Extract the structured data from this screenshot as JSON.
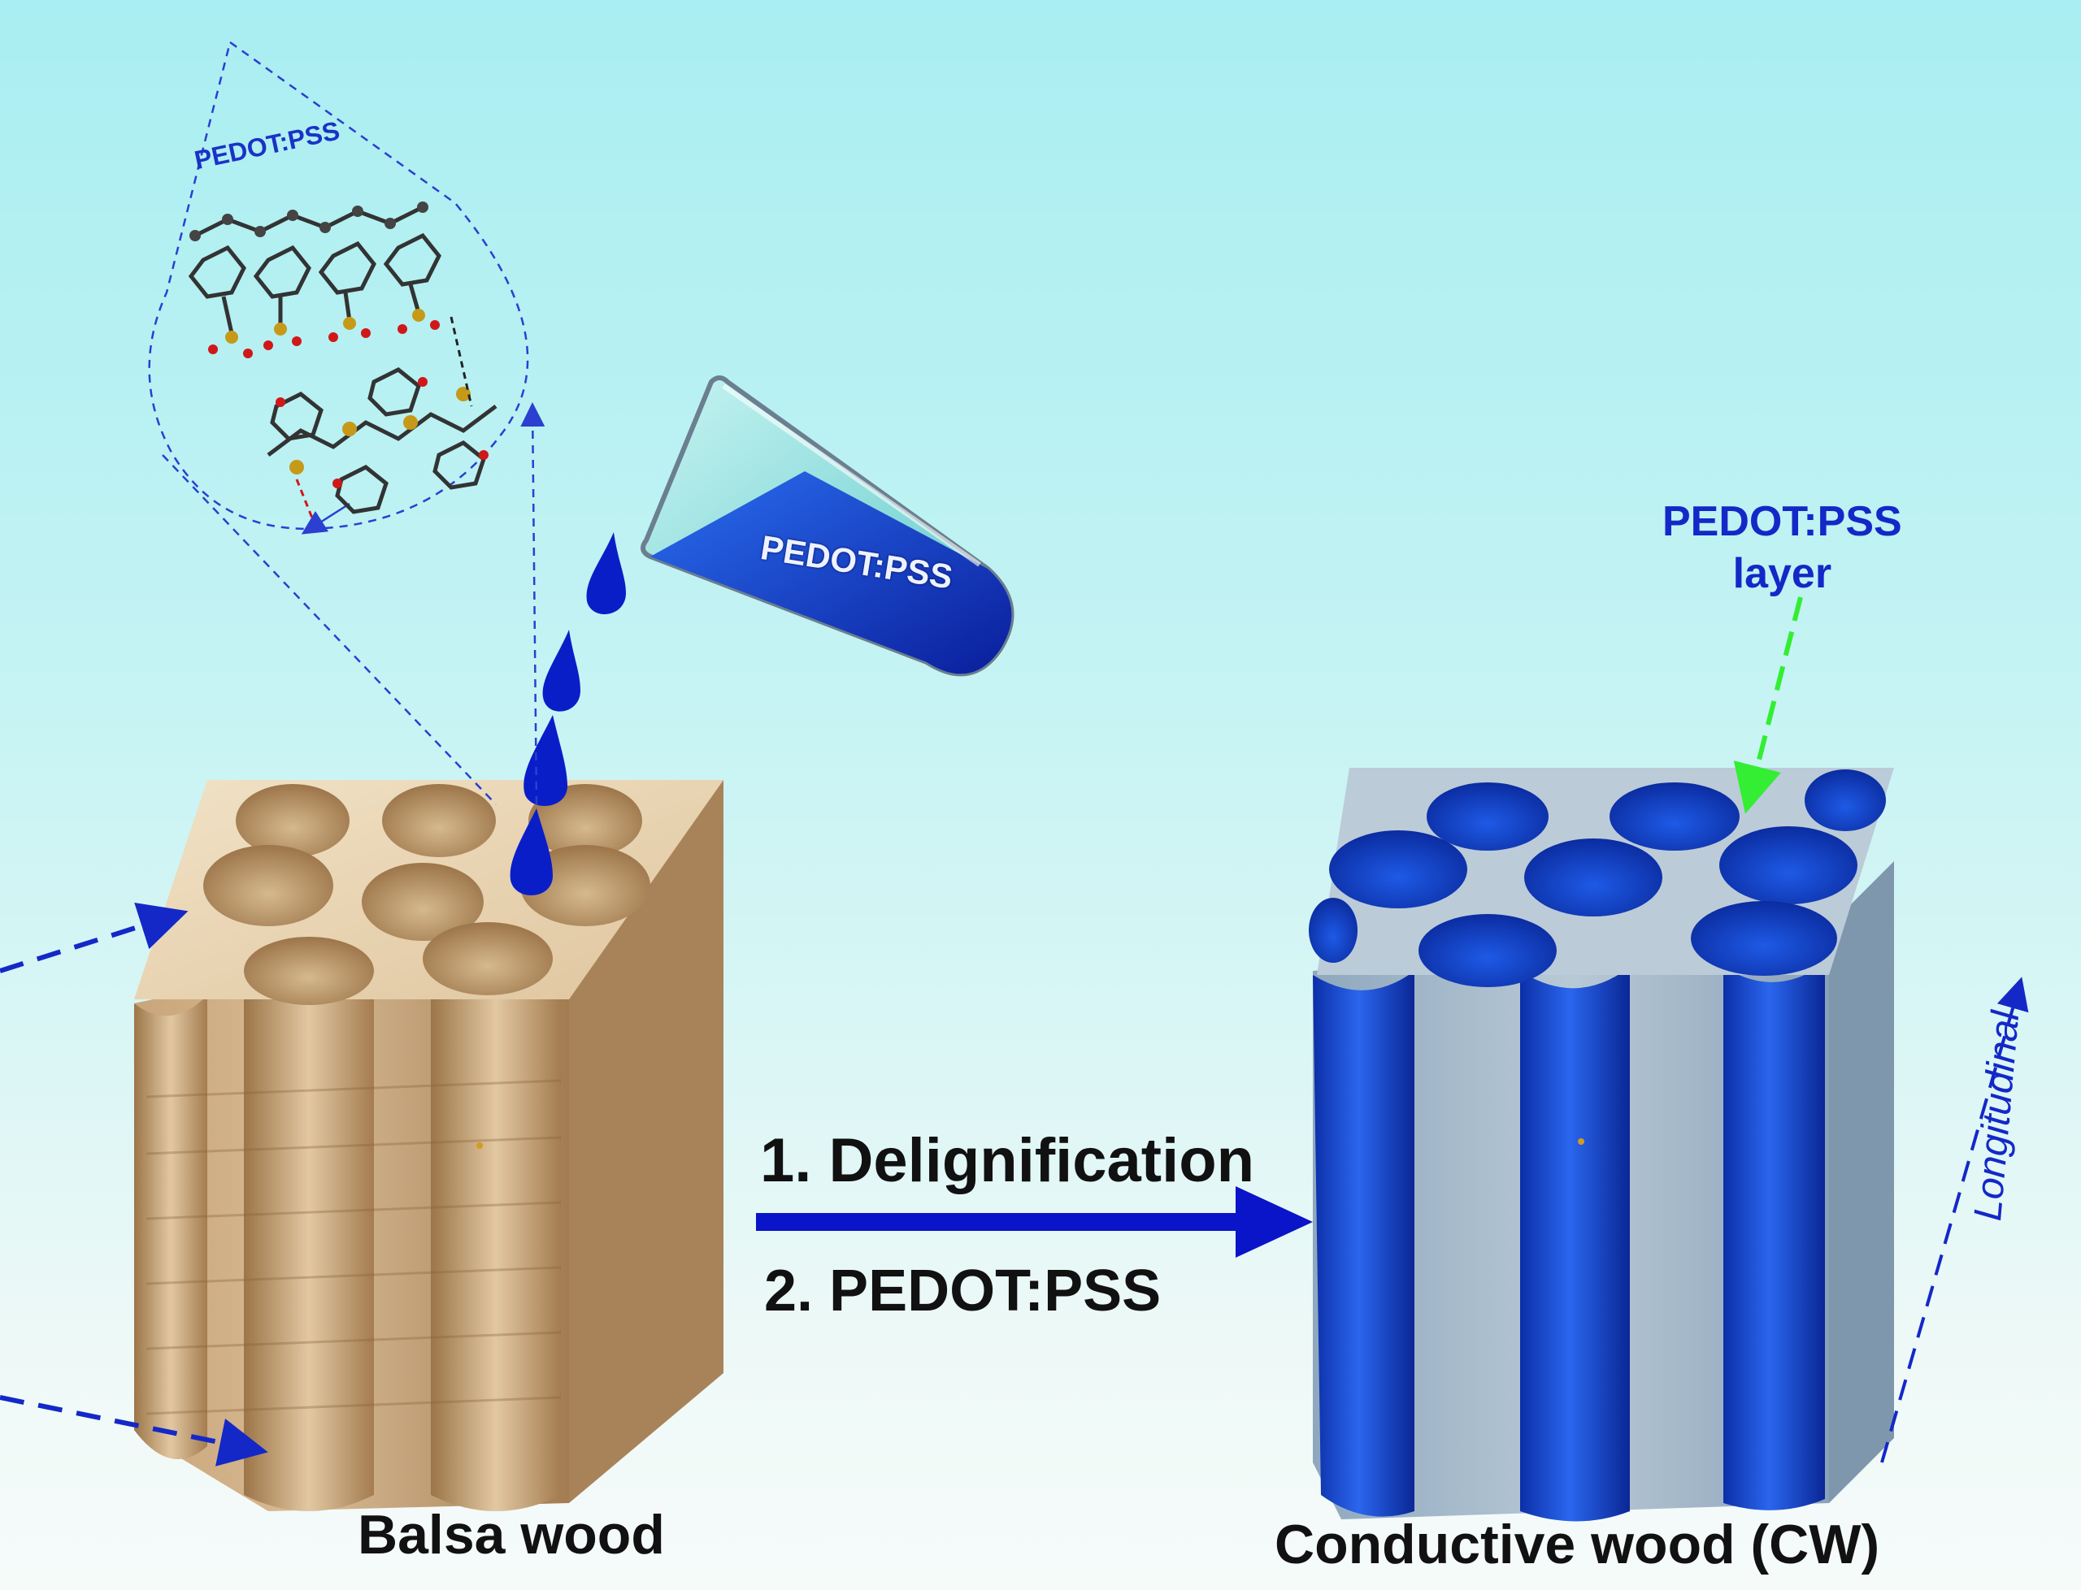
{
  "labels": {
    "inset_title": "PEDOT:PSS",
    "tube_label": "PEDOT:PSS",
    "layer_label_line1": "PEDOT:PSS",
    "layer_label_line2": "layer",
    "step1": "1. Delignification",
    "step2": "2. PEDOT:PSS",
    "balsa": "Balsa wood",
    "conductive": "Conductive wood (CW)",
    "longitudinal": "Longitudinal"
  },
  "colors": {
    "arrow_blue": "#0a14c8",
    "droplet_blue": "#0a1ec8",
    "pedot_blue": "#1850e0",
    "balsa_light": "#e8d2b0",
    "balsa_dark": "#b58a5c",
    "cw_gray": "#9db4c8",
    "pointer_green": "#33ee33"
  }
}
